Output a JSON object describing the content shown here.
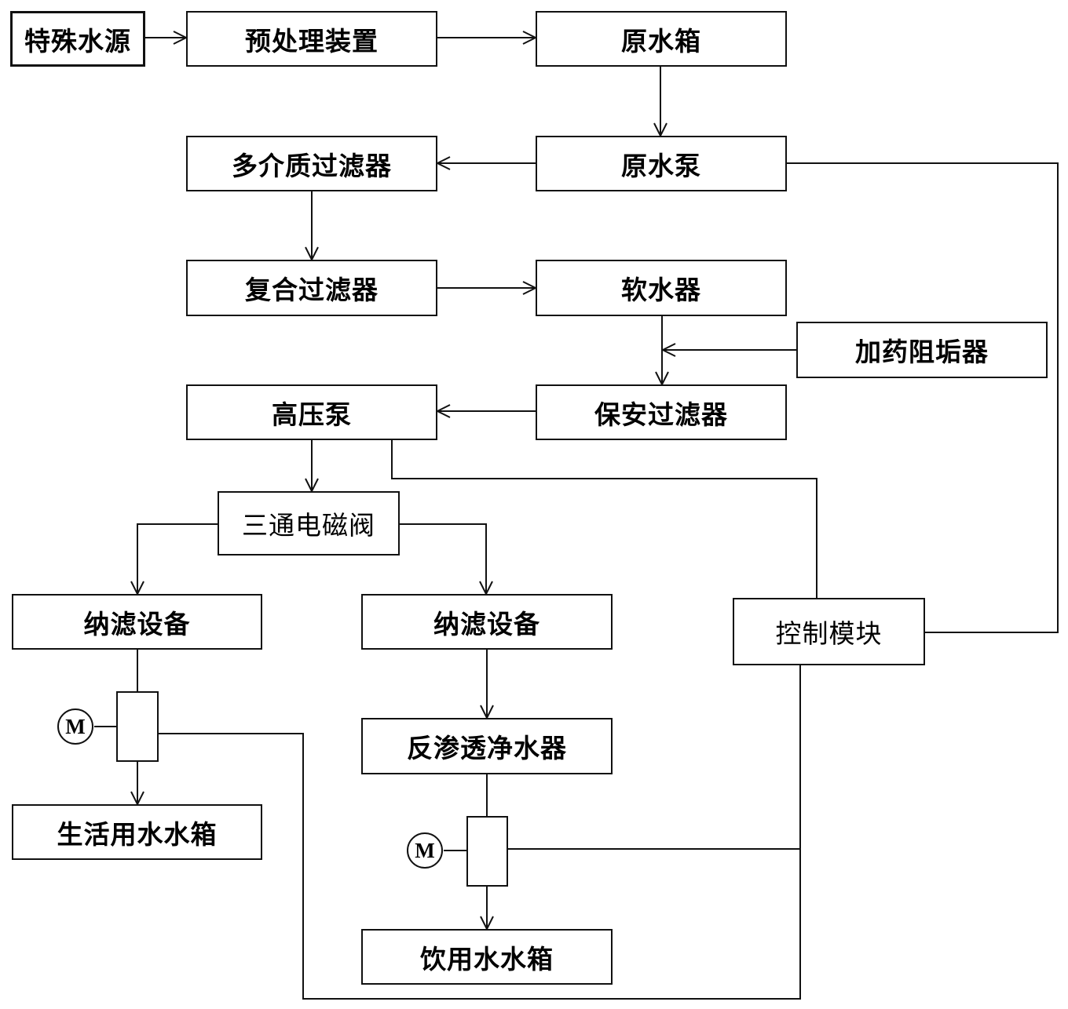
{
  "nodes": {
    "special_water_source": "特殊水源",
    "pretreatment_device": "预处理装置",
    "raw_water_tank": "原水箱",
    "raw_water_pump": "原水泵",
    "multimedia_filter": "多介质过滤器",
    "composite_filter": "复合过滤器",
    "water_softener": "软水器",
    "antiscalant_dosing": "加药阻垢器",
    "security_filter": "保安过滤器",
    "high_pressure_pump": "高压泵",
    "three_way_solenoid_valve": "三通电磁阀",
    "nanofiltration_left": "纳滤设备",
    "nanofiltration_right": "纳滤设备",
    "control_module": "控制模块",
    "reverse_osmosis_purifier": "反渗透净水器",
    "domestic_water_tank": "生活用水水箱",
    "drinking_water_tank": "饮用水水箱"
  },
  "meters": {
    "left_motor_label": "M",
    "right_motor_label": "M"
  }
}
